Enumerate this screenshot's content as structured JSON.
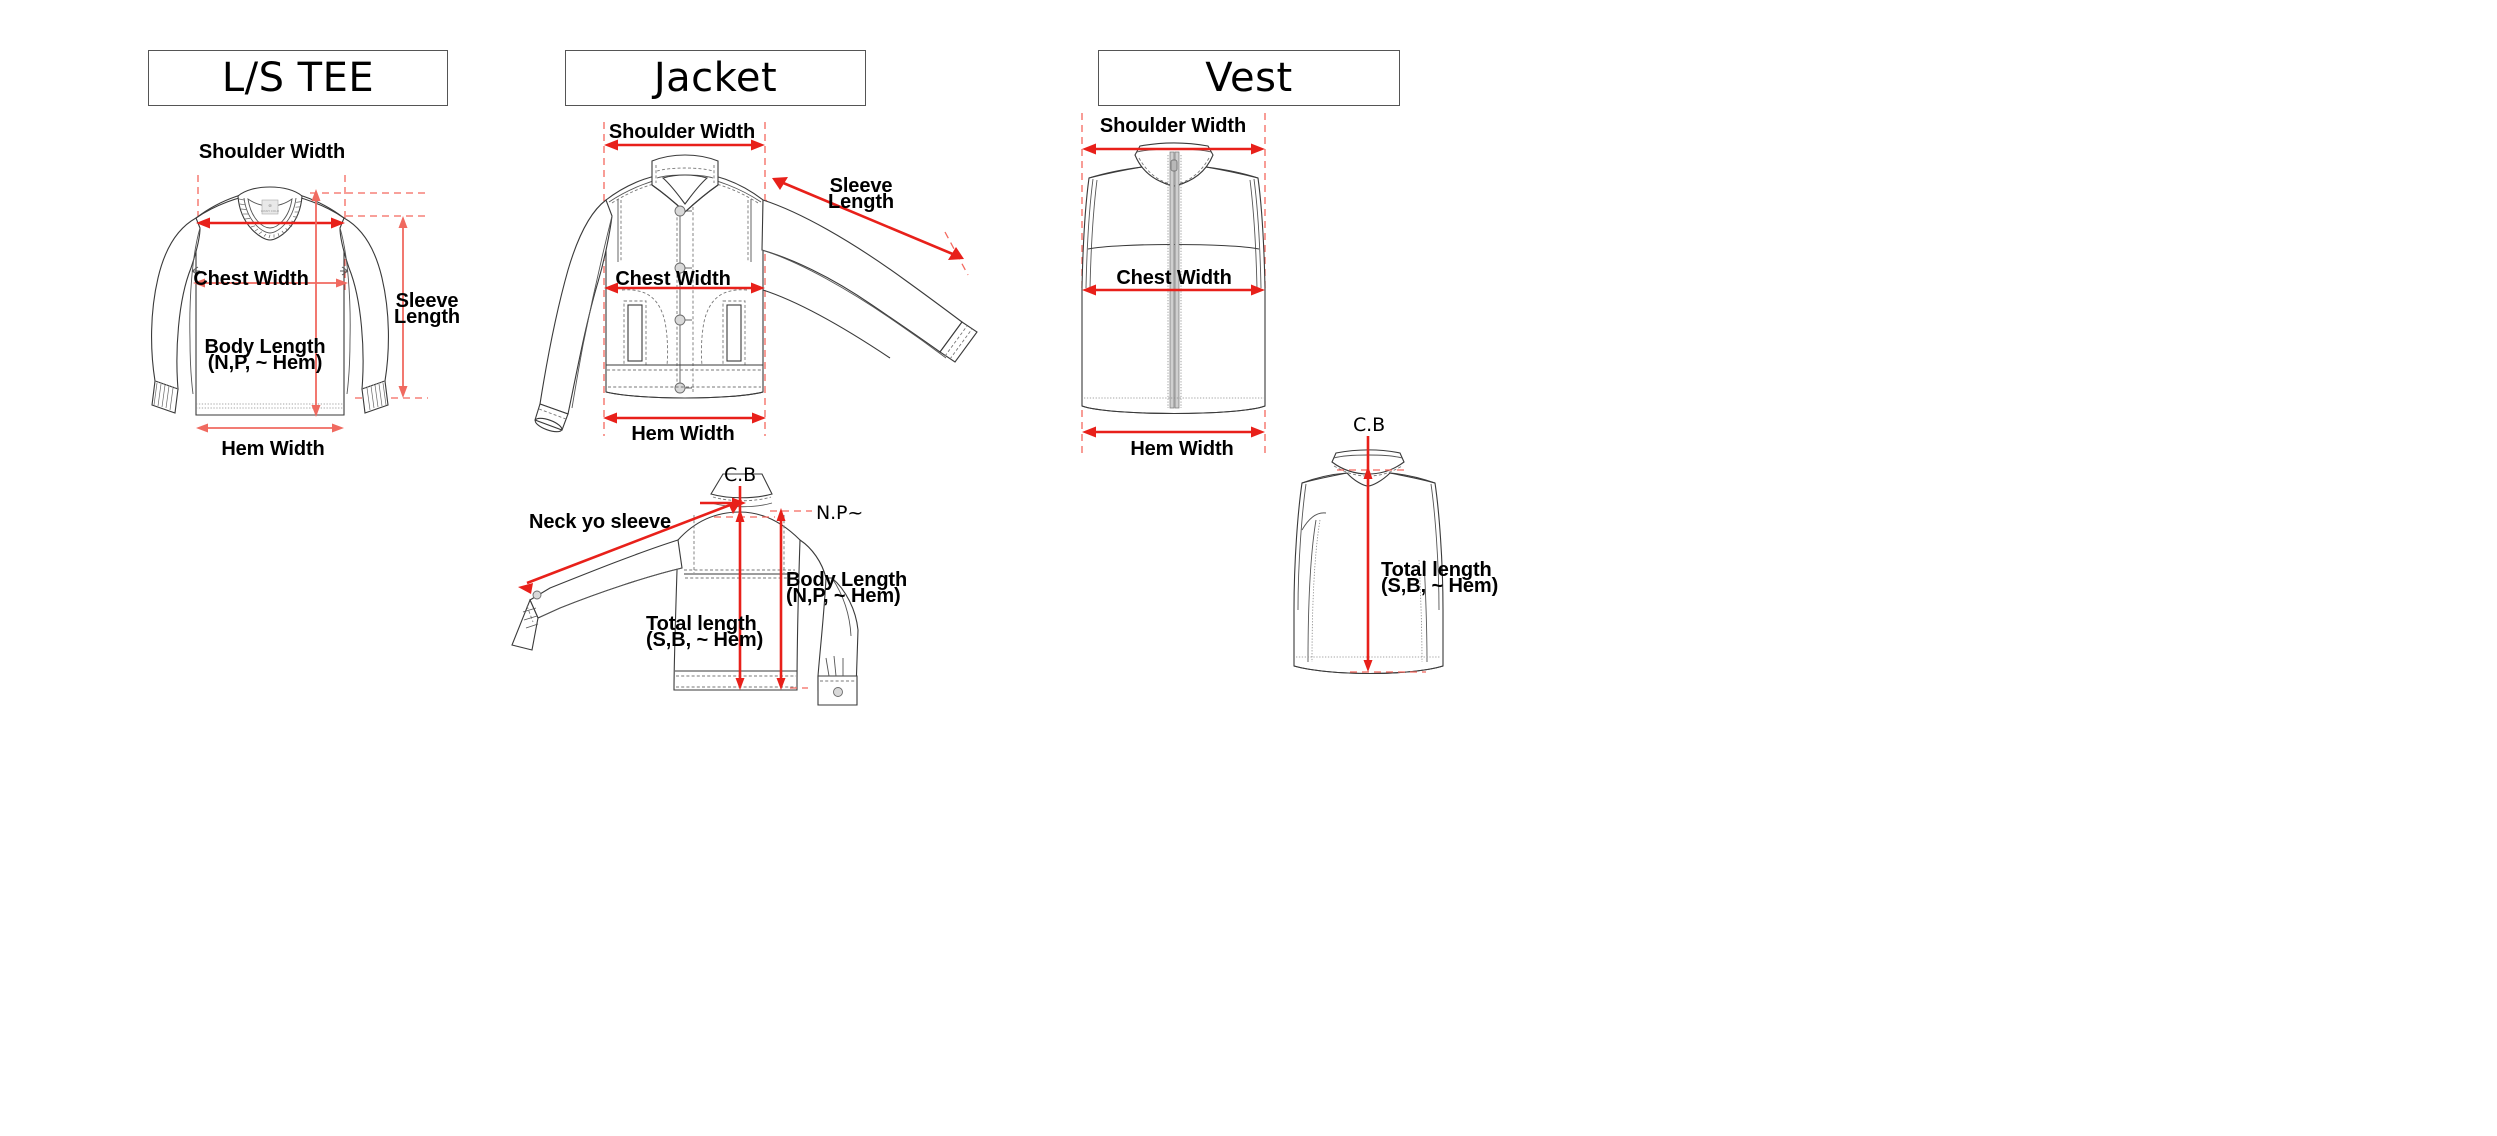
{
  "meta": {
    "document_type": "garment measurement guide",
    "accent_color": "#e8201a",
    "guide_color": "#f4685e",
    "outline_color": "#3a3a3a"
  },
  "panels": [
    {
      "id": "ls-tee",
      "title": "L/S TEE",
      "labels": {
        "shoulder_width": "Shoulder Width",
        "chest_width": "Chest Width",
        "body_length_l1": "Body Length",
        "body_length_l2": "(N,P, ~ Hem)",
        "sleeve_length_l1": "Sleeve",
        "sleeve_length_l2": "Length",
        "hem_width": "Hem Width"
      }
    },
    {
      "id": "jacket",
      "title": "Jacket",
      "labels": {
        "shoulder_width": "Shoulder Width",
        "sleeve_length_l1": "Sleeve",
        "sleeve_length_l2": "Length",
        "chest_width": "Chest Width",
        "hem_width": "Hem Width",
        "neck_yo_sleeve": "Neck yo sleeve",
        "cb": "C.B",
        "np": "N.P~",
        "body_length_l1": "Body Length",
        "body_length_l2": "(N,P, ~ Hem)",
        "total_length_l1": "Total length",
        "total_length_l2": "(S,B, ~ Hem)"
      }
    },
    {
      "id": "vest",
      "title": "Vest",
      "labels": {
        "shoulder_width": "Shoulder Width",
        "chest_width": "Chest Width",
        "hem_width": "Hem Width",
        "cb": "C.B",
        "total_length_l1": "Total length",
        "total_length_l2": "(S,B, ~ Hem)"
      }
    }
  ]
}
